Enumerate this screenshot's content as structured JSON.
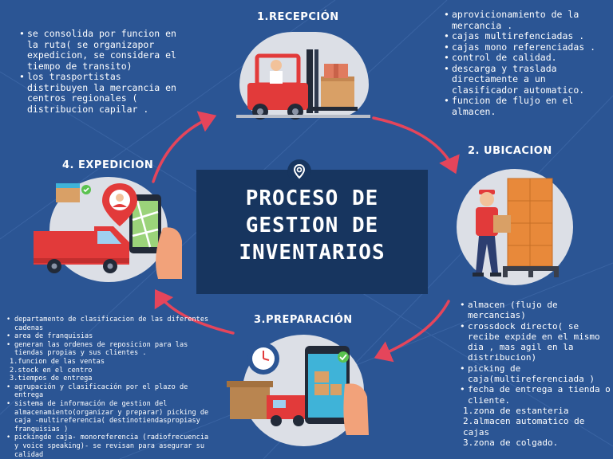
{
  "center": {
    "title_lines": [
      "PROCESO DE",
      "GESTION DE",
      "INVENTARIOS"
    ],
    "pin_icon": "location-pin-icon"
  },
  "steps": {
    "recepcion": {
      "title": "1.RECEPCIÓN",
      "notes": [
        "aprovicionamiento de la mercancia .",
        "cajas multirefenciadas .",
        "cajas mono referenciadas .",
        "control de calidad.",
        "descarga y traslada directamente a un clasificador automatico.",
        "funcion de flujo en el almacen."
      ]
    },
    "ubicacion": {
      "title": "2. UBICACION",
      "notes": [
        "almacen (flujo de mercancias)",
        "crossdock directo( se recibe expide en el mismo dia , mas agil en la distribucion)",
        "picking de caja(multireferenciada )",
        "fecha de entrega a tienda o cliente."
      ],
      "numbered": [
        "1.zona de estanteria",
        "2.almacen automatico de cajas",
        "3.zona de colgado."
      ]
    },
    "preparacion": {
      "title": "3.PREPARACIÓN",
      "notes_a": [
        "departamento de clasificacion de las diferentes cadenas",
        "area de franquisias",
        "generan las ordenes de reposicion para las tiendas propias y sus clientes ."
      ],
      "numbered": [
        "1.funcion de las ventas",
        "2.stock en el centro",
        "3.tiempos de entrega"
      ],
      "notes_b": [
        "agrupación y clasificación por el plazo de entrega",
        "sistema de información de gestion del almacenamiento(organizar y preparar) picking de caja -multireferencia( destinotiendaspropiasy franquisias )",
        "pickingde caja- monoreferencia (radiofrecuencia y voice speaking)- se revisan para asegurar su calidad"
      ]
    },
    "expedicion": {
      "title": "4. EXPEDICION",
      "notes": [
        "se consolida por funcion en la ruta( se organizapor expedicion, se considera el tiempo de transito)",
        "los trasportistas distribuyen la mercancia en centros regionales ( distribucion capilar ."
      ]
    }
  },
  "colors": {
    "background": "#2b5594",
    "center_box": "#17355f",
    "arrow": "#e5455b",
    "circle": "#dcdfe6"
  },
  "icons": [
    "forklift-icon",
    "warehouse-worker-icon",
    "delivery-truck-icon",
    "smartphone-map-icon",
    "stopwatch-icon",
    "check-badge-icon"
  ]
}
